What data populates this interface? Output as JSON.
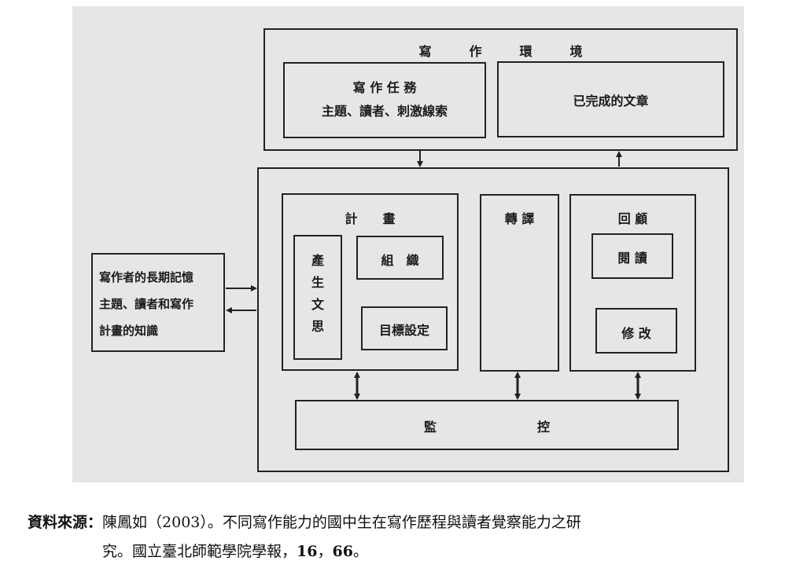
{
  "diagram": {
    "environment": {
      "title": "寫　　　作　　　環　　　境",
      "task_title": "寫 作 任 務",
      "task_detail": "主題、讀者、刺激線索",
      "completed_text": "已完成的文章"
    },
    "memory": {
      "line1": "寫作者的長期記憶",
      "line2": "主題、讀者和寫作",
      "line3": "計畫的知識"
    },
    "planning": {
      "title": "計　　畫",
      "generating": "產\n生\n文\n思",
      "organizing": "組　織",
      "goal_setting": "目標設定"
    },
    "translating": {
      "title": "轉 譯"
    },
    "reviewing": {
      "title": "回 顧",
      "reading": "閱 讀",
      "editing": "修 改"
    },
    "monitor": {
      "label": "監　　　　　　　　控"
    }
  },
  "caption": {
    "source_label": "資料來源：",
    "line1_text": "陳鳳如（2003）。不同寫作能力的國中生在寫作歷程與讀者覺察能力之研",
    "line2_text": "究。國立臺北師範學院學報，",
    "volume": "16",
    "sep": "，",
    "page": "66",
    "end": "。"
  }
}
